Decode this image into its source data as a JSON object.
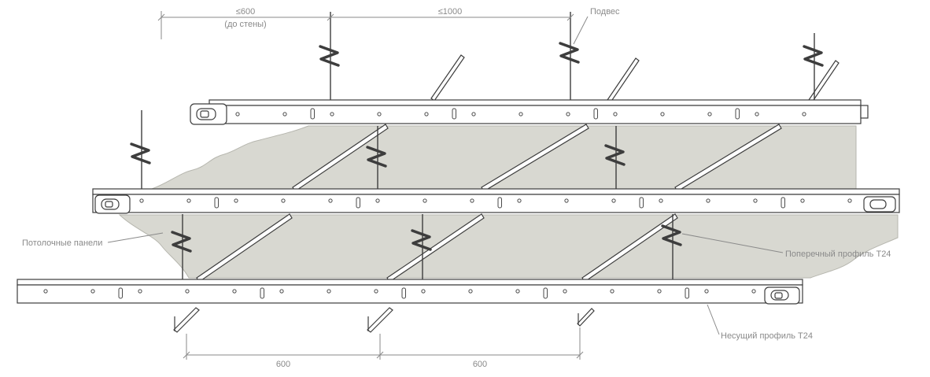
{
  "labels": {
    "hanger": "Подвес",
    "ceiling_panels": "Потолочные панели",
    "cross_profile": "Поперечный профиль Т24",
    "main_profile": "Несущий профиль Т24"
  },
  "dimensions": {
    "wall_offset": "≤600",
    "wall_offset_note": "(до стены)",
    "hanger_spacing": "≤1000",
    "tee_spacing_1": "600",
    "tee_spacing_2": "600"
  },
  "colors": {
    "line": "#3d3d3d",
    "panel_fill": "#d8d8d1",
    "annotation": "#8a8a8a"
  }
}
